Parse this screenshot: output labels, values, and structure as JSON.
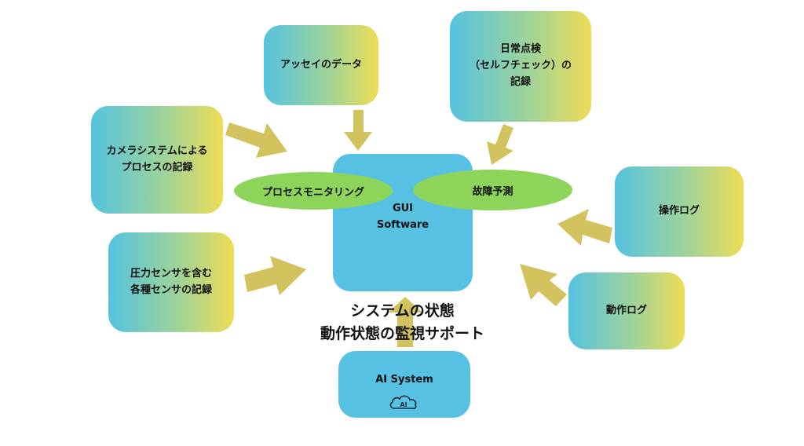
{
  "center": {
    "line1": "GUI",
    "line2": "Software"
  },
  "ellipses": {
    "left": "プロセスモニタリング",
    "right": "故障予測"
  },
  "inputs": {
    "assay": "アッセイのデータ",
    "daily_line1": "日常点検",
    "daily_line2": "（セルフチェック）の",
    "daily_line3": "記録",
    "camera_line1": "カメラシステムによる",
    "camera_line2": "プロセスの記録",
    "pressure_line1": "圧力センサを含む",
    "pressure_line2": "各種センサの記録",
    "operation_log": "操作ログ",
    "action_log": "動作ログ"
  },
  "ai": {
    "label": "AI System",
    "icon_text": "AI"
  },
  "caption": {
    "line1": "システムの状態",
    "line2": "動作状態の監視サポート"
  },
  "colors": {
    "gradient_left": "#55c3e0",
    "gradient_right": "#eedc55",
    "center_blue": "#56c1e2",
    "ellipse_green": "#8dd45a",
    "arrow_gold": "#d3c35f"
  }
}
